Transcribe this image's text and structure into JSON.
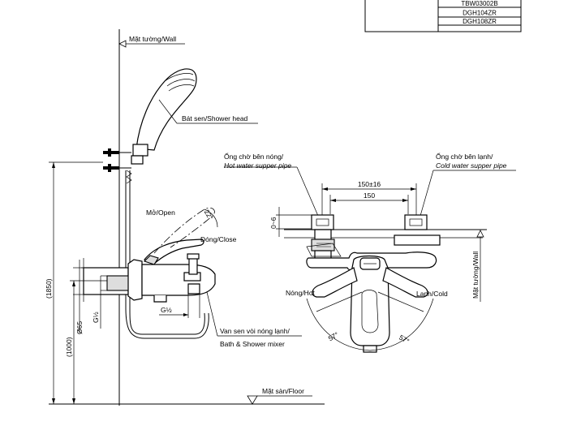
{
  "model_table": {
    "rows": [
      "TBW03002B",
      "DGH104ZR",
      "DGH108ZR"
    ]
  },
  "side_view": {
    "wall_label": "Mặt tường/Wall",
    "shower_head_label": "Bát sen/Shower head",
    "open_label": "Mở/Open",
    "close_label": "Đóng/Close",
    "angle_open": "22°",
    "mixer_label_1": "Van sen vòi nóng lạnh/",
    "mixer_label_2": "Bath & Shower mixer",
    "g_half": "G½",
    "g_half_2": "G½",
    "dim_65": "Ø65",
    "dim_1850": "(1850)",
    "dim_1000": "(1000)",
    "floor_label": "Mặt sàn/Floor"
  },
  "front_view": {
    "hot_supply_1": "Ống chờ bên nóng/",
    "hot_supply_2": "Hot water supper pipe",
    "cold_supply_1": "Ống chờ bên lạnh/",
    "cold_supply_2": "Cold water supper pipe",
    "dim_150_16": "150±16",
    "dim_150": "150",
    "dim_0_6": "0~6",
    "wall_label": "Mặt tường/Wall",
    "hot_label": "Nóng/Hot",
    "cold_label": "Lạnh/Cold",
    "angle_left": "57°",
    "angle_right": "57°"
  }
}
